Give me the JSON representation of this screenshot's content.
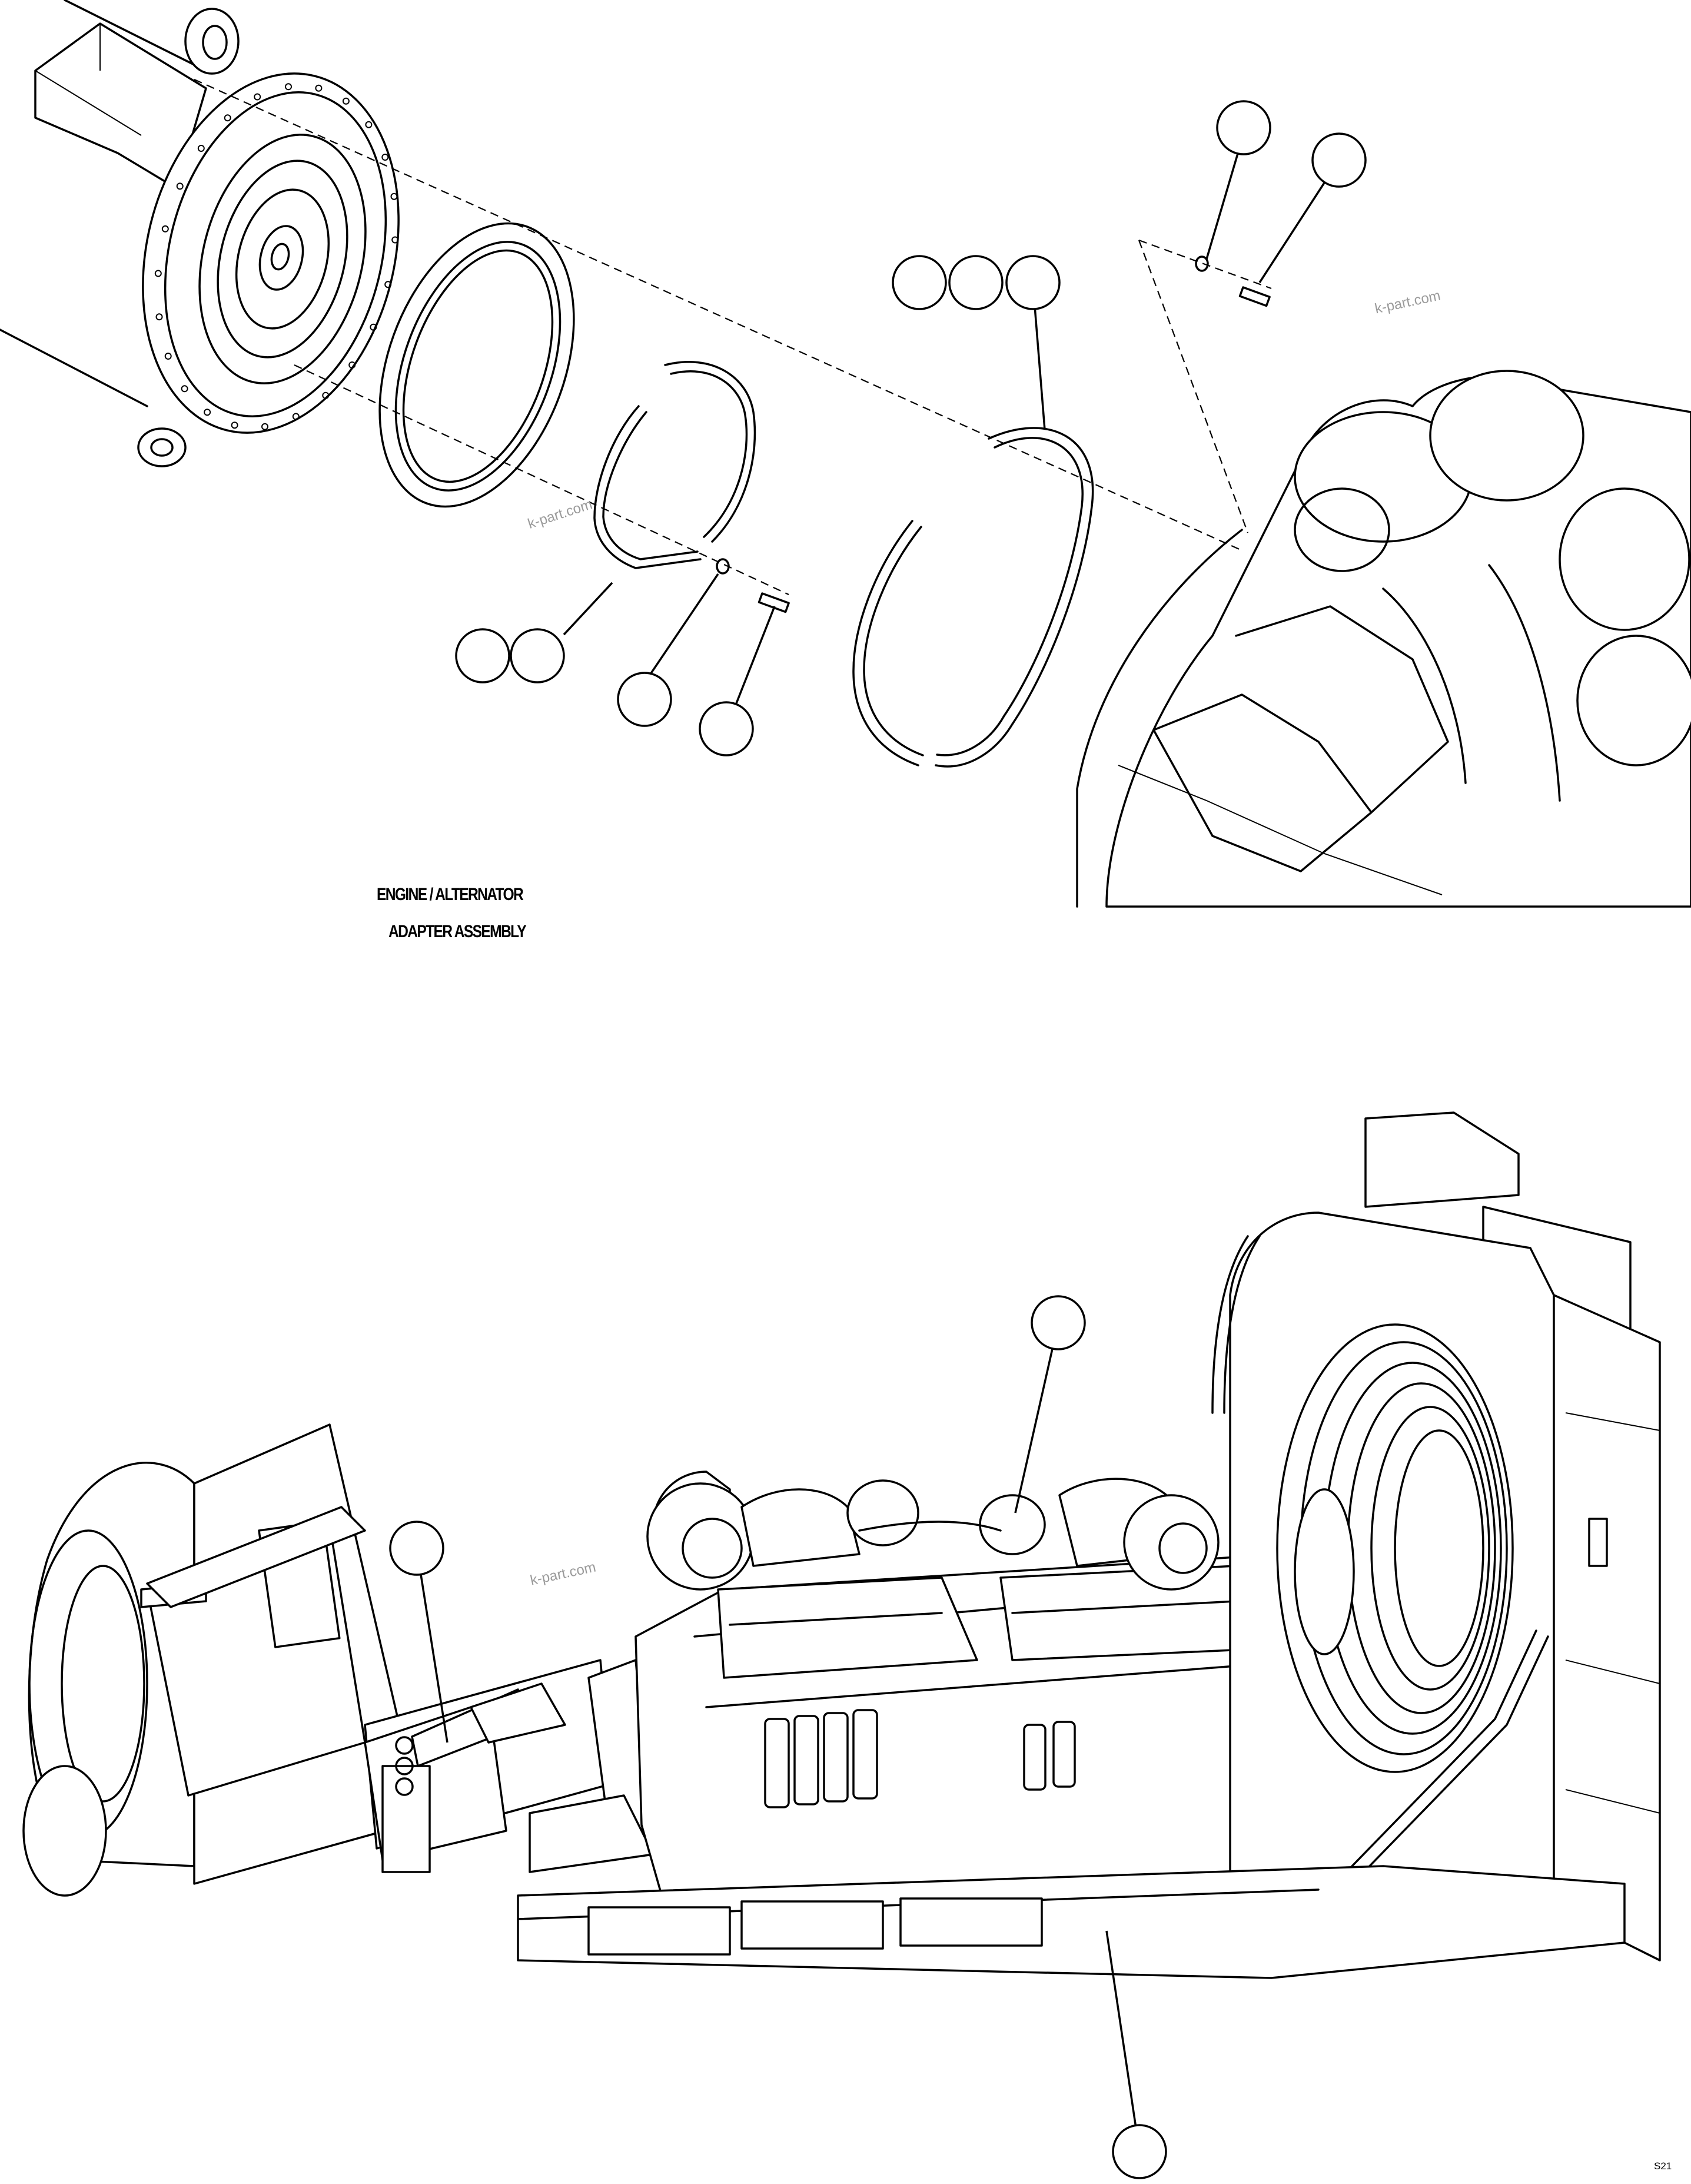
{
  "diagram": {
    "caption_line1": "ENGINE / ALTERNATOR",
    "caption_line2": "ADAPTER ASSEMBLY",
    "watermark": "k-part.com",
    "drawing_code": "S21"
  },
  "callouts": [
    {
      "id": "callout-01",
      "label": ""
    },
    {
      "id": "callout-02",
      "label": ""
    },
    {
      "id": "callout-03",
      "label": ""
    },
    {
      "id": "callout-04",
      "label": ""
    },
    {
      "id": "callout-05",
      "label": ""
    },
    {
      "id": "callout-06",
      "label": ""
    },
    {
      "id": "callout-07",
      "label": ""
    },
    {
      "id": "callout-08",
      "label": ""
    },
    {
      "id": "callout-09",
      "label": ""
    },
    {
      "id": "callout-10",
      "label": ""
    },
    {
      "id": "callout-11",
      "label": ""
    },
    {
      "id": "callout-12",
      "label": ""
    },
    {
      "id": "callout-13",
      "label": ""
    }
  ]
}
